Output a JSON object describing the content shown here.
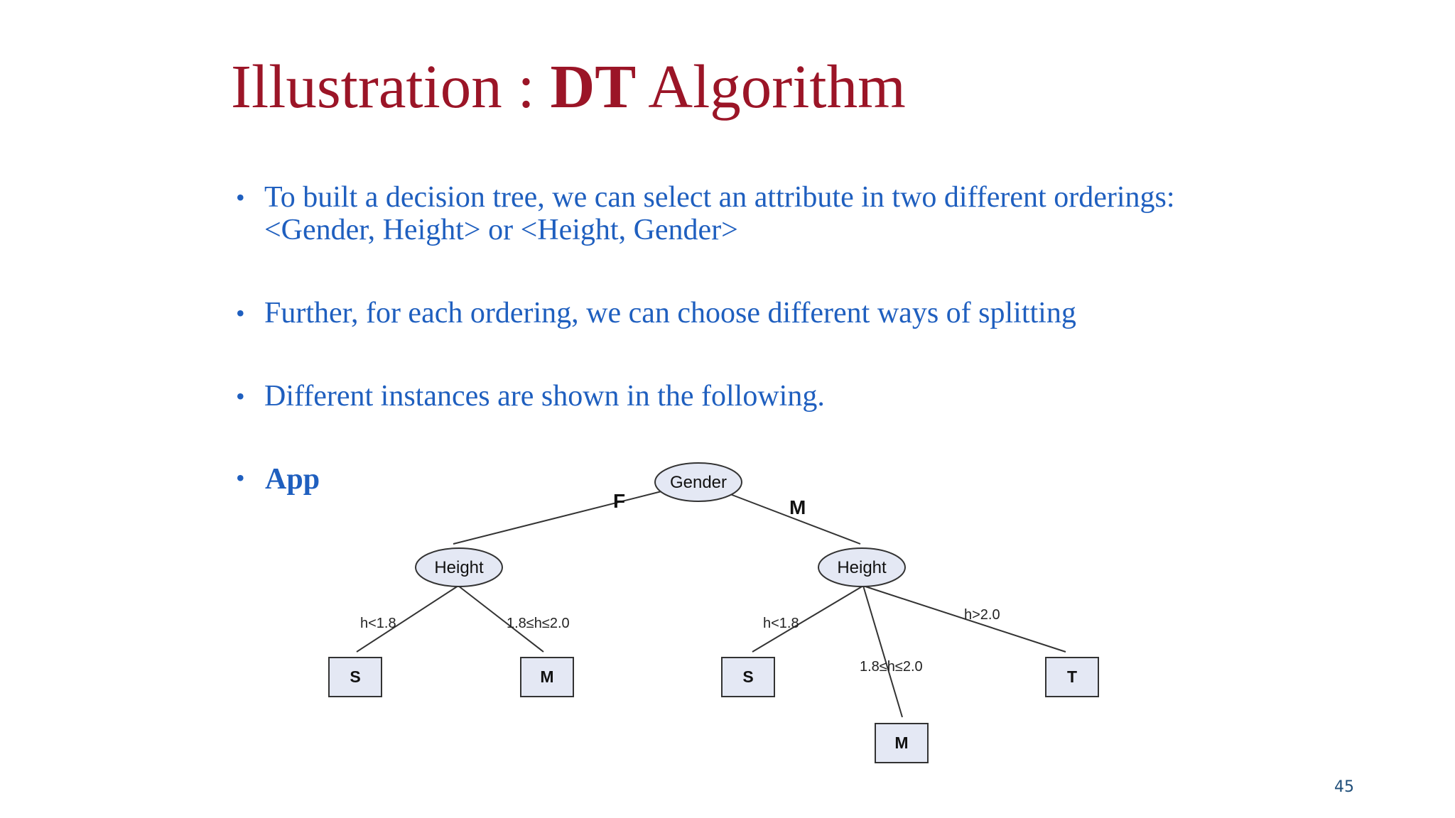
{
  "slide": {
    "title_prefix": "Illustration : ",
    "title_bold": "DT",
    "title_suffix": " Algorithm",
    "bullet_char": "•",
    "bullets": [
      {
        "line1": "To built a decision tree, we can select an attribute in two different orderings:",
        "line2": "<Gender, Height> or <Height, Gender>"
      },
      {
        "line1": "Further, for each ordering, we can choose different ways of splitting"
      },
      {
        "line1": "Different instances are shown in the following."
      },
      {
        "line1": "App"
      }
    ],
    "page_number": "45"
  },
  "tree": {
    "root": {
      "label": "Gender"
    },
    "root_edges": {
      "left": "F",
      "right": "M"
    },
    "left_node": {
      "label": "Height"
    },
    "right_node": {
      "label": "Height"
    },
    "left_edges": {
      "a": "h<1.8",
      "b": "1.8≤h≤2.0"
    },
    "right_edges": {
      "a": "h<1.8",
      "b": "1.8≤h≤2.0",
      "c": "h>2.0"
    },
    "leaves": {
      "l1": "S",
      "l2": "M",
      "r1": "S",
      "r2": "M",
      "r3": "T"
    },
    "colors": {
      "node_fill": "#e4e8f4",
      "stroke": "#333333"
    }
  }
}
